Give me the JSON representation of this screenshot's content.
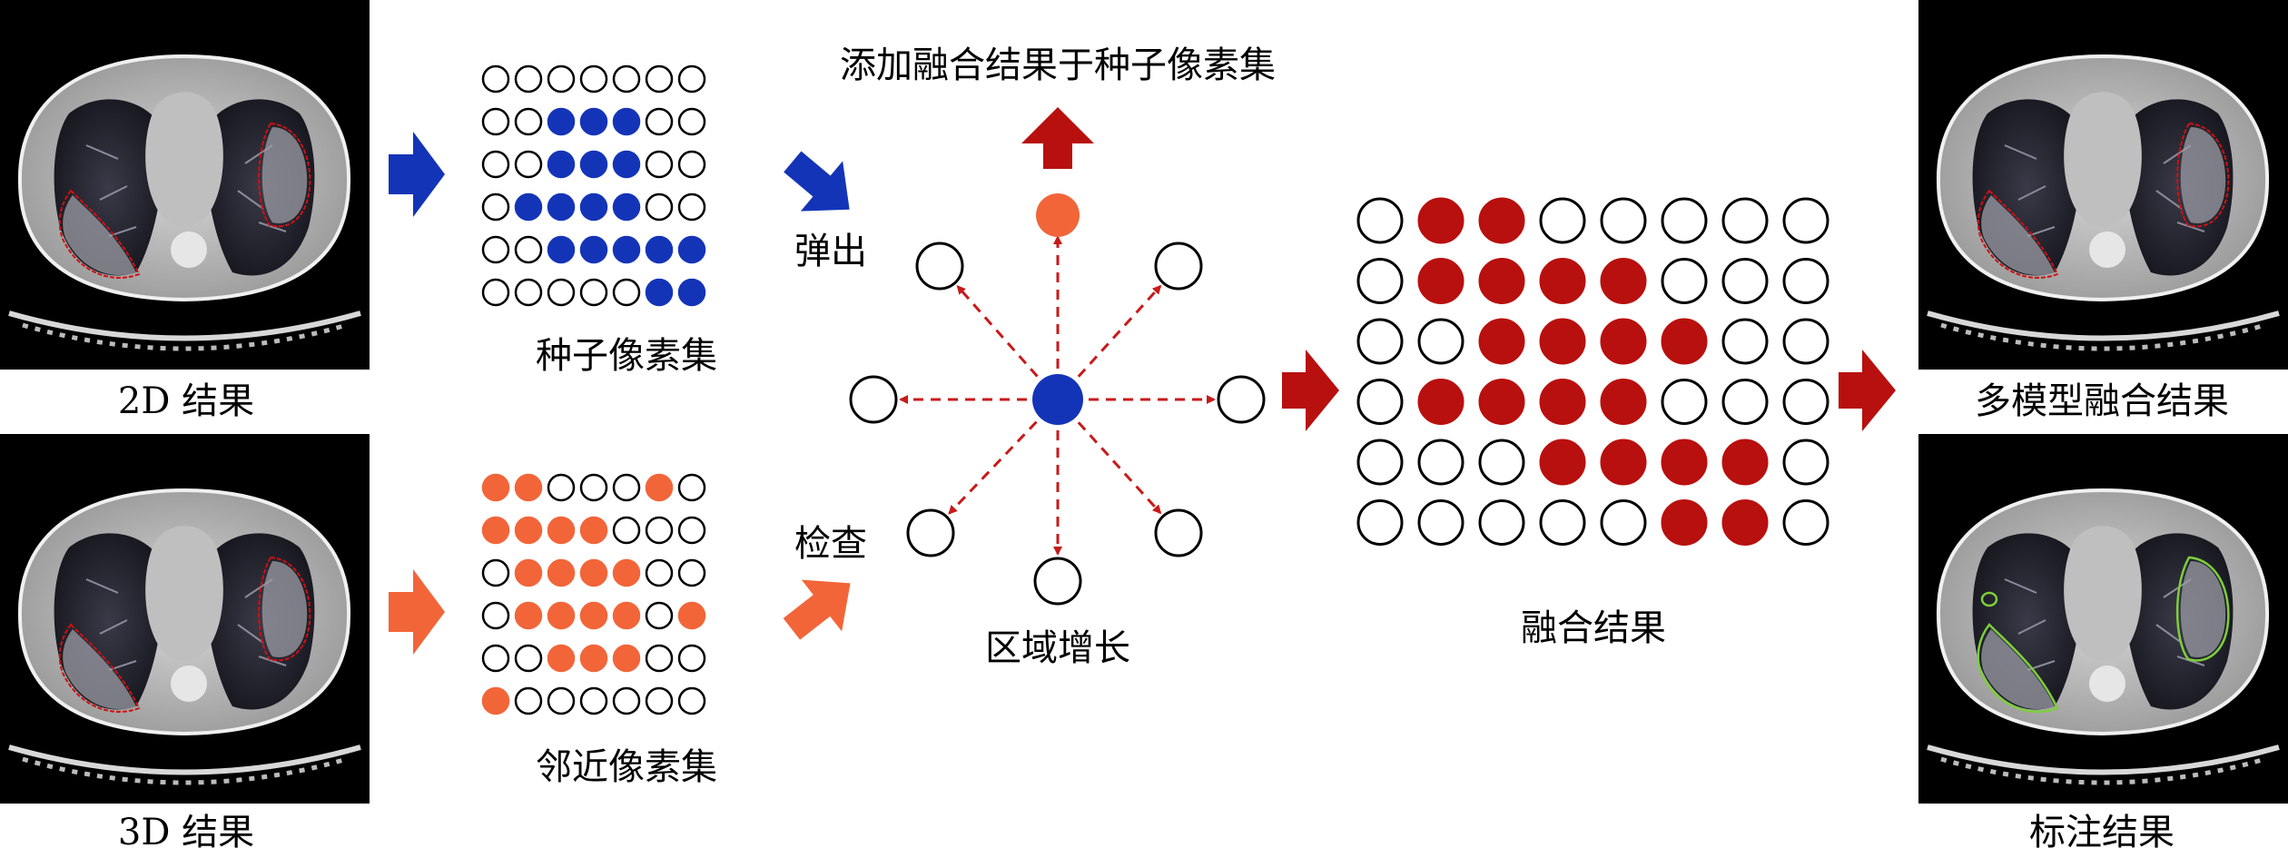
{
  "labels": {
    "result_2d": "2D 结果",
    "result_3d": "3D 结果",
    "seed_set": "种子像素集",
    "neighbor_set": "邻近像素集",
    "pop": "弹出",
    "check": "检查",
    "add_to_seed": "添加融合结果于种子像素集",
    "region_growing": "区域增长",
    "fusion_result": "融合结果",
    "multi_model_fusion": "多模型融合结果",
    "annotation_result": "标注结果"
  },
  "colors": {
    "blue": "#1434b8",
    "orange": "#f26539",
    "red": "#b8100e",
    "outline": "#000000",
    "ct_background": "#000000",
    "lesion_contour_model": "#d01010",
    "lesion_contour_annotation": "#7ccf3a"
  },
  "grids": {
    "seed": [
      [
        0,
        0,
        0,
        0,
        0,
        0,
        0
      ],
      [
        0,
        0,
        1,
        1,
        1,
        0,
        0
      ],
      [
        0,
        0,
        1,
        1,
        1,
        0,
        0
      ],
      [
        0,
        1,
        1,
        1,
        1,
        0,
        0
      ],
      [
        0,
        0,
        1,
        1,
        1,
        1,
        1
      ],
      [
        0,
        0,
        0,
        0,
        0,
        1,
        1
      ]
    ],
    "neighbor": [
      [
        1,
        1,
        0,
        0,
        0,
        1,
        0
      ],
      [
        1,
        1,
        1,
        1,
        0,
        0,
        0
      ],
      [
        0,
        1,
        1,
        1,
        1,
        0,
        0
      ],
      [
        0,
        1,
        1,
        1,
        1,
        0,
        1
      ],
      [
        0,
        0,
        1,
        1,
        1,
        0,
        0
      ],
      [
        1,
        0,
        0,
        0,
        0,
        0,
        0
      ]
    ],
    "fusion": [
      [
        0,
        1,
        1,
        0,
        0,
        0,
        0,
        0
      ],
      [
        0,
        1,
        1,
        1,
        1,
        0,
        0,
        0
      ],
      [
        0,
        0,
        1,
        1,
        1,
        1,
        0,
        0
      ],
      [
        0,
        1,
        1,
        1,
        1,
        0,
        0,
        0
      ],
      [
        0,
        0,
        0,
        1,
        1,
        1,
        1,
        0
      ],
      [
        0,
        0,
        0,
        0,
        0,
        1,
        1,
        0
      ]
    ]
  },
  "icons": {
    "ct_2d": "ct-scan-image",
    "ct_3d": "ct-scan-image",
    "ct_fusion": "ct-scan-image",
    "ct_annotation": "ct-scan-image",
    "arrows": "block-arrow"
  }
}
